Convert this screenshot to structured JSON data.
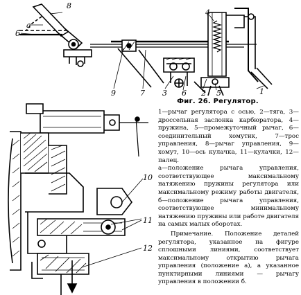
{
  "figure": {
    "caption": "Фиг. 26. Регулятор.",
    "legend_parts": "1—рычаг регулятора с осью, 2—тяга, 3—дроссельная заслонка карбюратора, 4—пружина, 5—промежуточный рычаг, 6—соединительный хомутик, 7—трос управления, 8—рычаг управления, 9—хомут, 10—ось кулачка, 11—кулачки, 12—палец.",
    "legend_positions": "а—положение рычага управления, соответствующее максимальному натяжению пружины регулятора или максимальному режиму работы двигателя, б—положение рычага управления, соответствующее минимальному натяжению пружины или работе двигателя на самых малых оборотах.",
    "note": "Примечание. Положение деталей регулятора, указанное на фигуре сплошными линиями, соответствует максимальному открытию рычага управления (положение а), а указанное пунктирными линиями — рычагу управления в положении б."
  },
  "labels_top": {
    "l8": "8",
    "la": "а",
    "lb": "б",
    "l4": "4",
    "l9": "9",
    "l7": "7",
    "l3": "3",
    "l6": "6",
    "l2": "2",
    "l5": "5",
    "l1": "1"
  },
  "labels_bottom": {
    "l10": "10",
    "l11": "11",
    "l12": "12"
  }
}
